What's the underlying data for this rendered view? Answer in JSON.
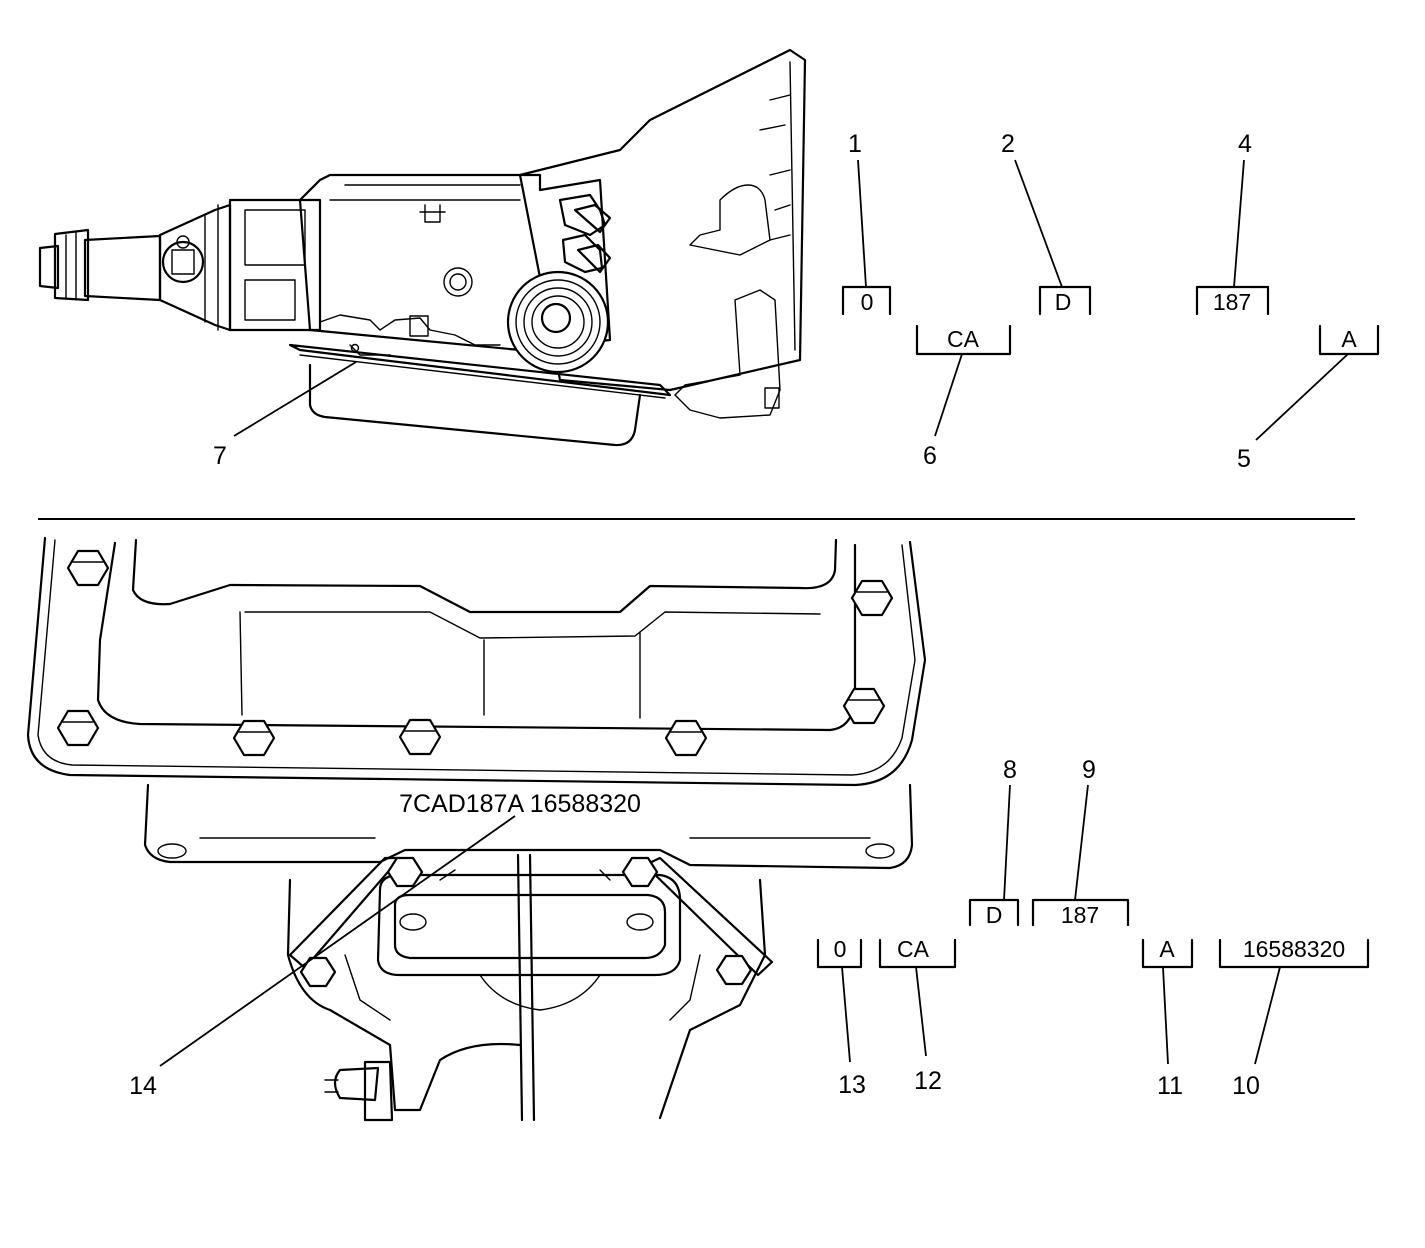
{
  "top_codes": {
    "c1": "0",
    "c2": "D",
    "c4": "187",
    "c6": "CA",
    "c5": "A"
  },
  "top_callouts": [
    "1",
    "2",
    "4",
    "6",
    "5",
    "7"
  ],
  "bottom_stamp": "7CAD187A 16588320",
  "bottom_codes": {
    "c8": "D",
    "c9": "187",
    "c13": "0",
    "c12": "CA",
    "c11": "A",
    "c10": "16588320"
  },
  "bottom_callouts": [
    "8",
    "9",
    "13",
    "12",
    "11",
    "10",
    "14"
  ]
}
